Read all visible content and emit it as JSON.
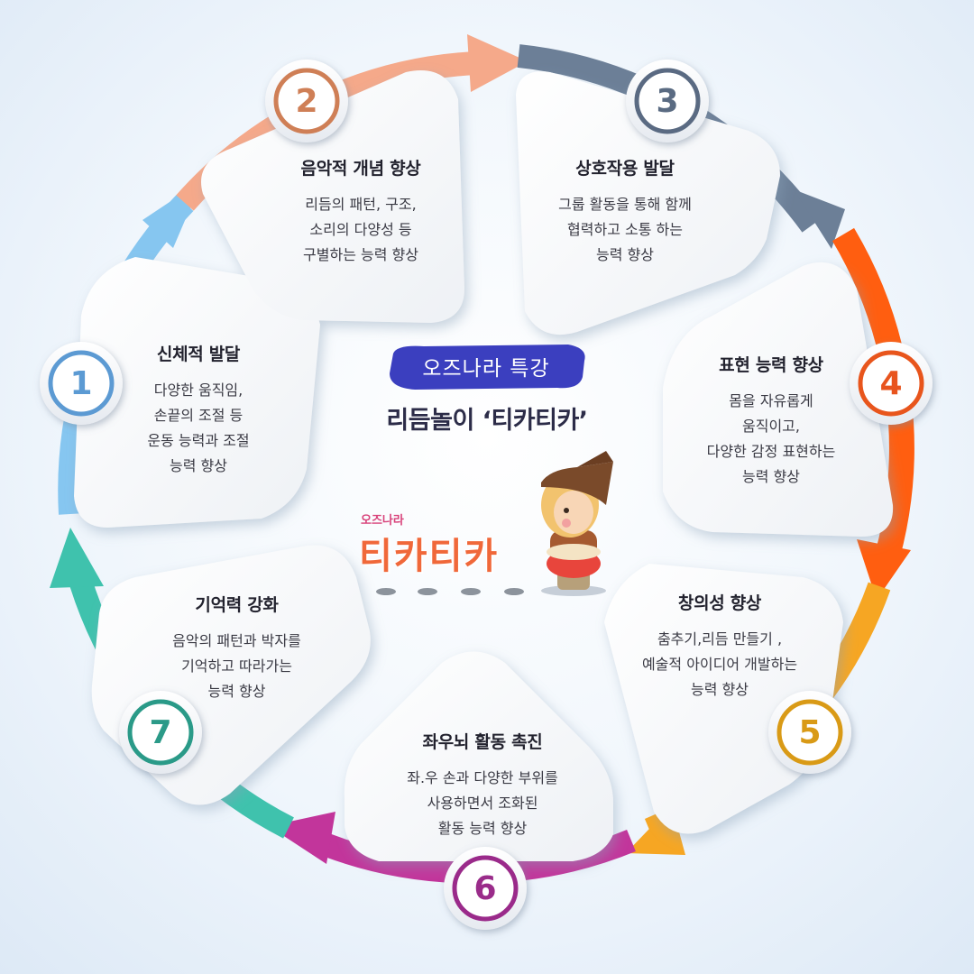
{
  "header": {
    "tag": "오즈나라 특강",
    "title": "리듬놀이 ‘티카티카’"
  },
  "logo": {
    "small_text": "오즈나라",
    "big_text": "티카티카"
  },
  "steps": [
    {
      "number": "1",
      "title": "신체적 발달",
      "body": "다양한 움직임,\n손끝의 조절 등\n운동 능력과 조절\n능력 향상",
      "color": "#5b9ad3"
    },
    {
      "number": "2",
      "title": "음악적 개념 향상",
      "body": "리듬의 패턴, 구조,\n소리의 다양성 등\n구별하는 능력  향상",
      "color": "#cf7f56"
    },
    {
      "number": "3",
      "title": "상호작용 발달",
      "body": "그룹 활동을 통해 함께\n협력하고 소통 하는\n능력 향상",
      "color": "#5a6b82"
    },
    {
      "number": "4",
      "title": "표현 능력 향상",
      "body": "몸을 자유롭게\n움직이고,\n다양한 감정 표현하는\n능력 향상",
      "color": "#e8541e"
    },
    {
      "number": "5",
      "title": "창의성 향상",
      "body": "춤추기,리듬 만들기 ,\n예술적 아이디어 개발하는\n능력 향상",
      "color": "#d99a16"
    },
    {
      "number": "6",
      "title": "좌우뇌 활동 촉진",
      "body": "좌.우 손과 다양한 부위를\n사용하면서 조화된\n활동 능력 향상",
      "color": "#9a2c8a"
    },
    {
      "number": "7",
      "title": "기억력 강화",
      "body": "음악의 패턴과 박자를\n기억하고 따라가는\n능력 향상",
      "color": "#2b9a88"
    }
  ],
  "colors": {
    "tag_bg": "#3b3fbf",
    "arc_blue": "#86c6f0",
    "arc_peach": "#f5a98a",
    "arc_slate": "#6c7f97",
    "arc_orange": "#ff5e10",
    "arc_amber": "#f6a623",
    "arc_magenta": "#c2359b",
    "arc_teal": "#3fc2ad"
  }
}
